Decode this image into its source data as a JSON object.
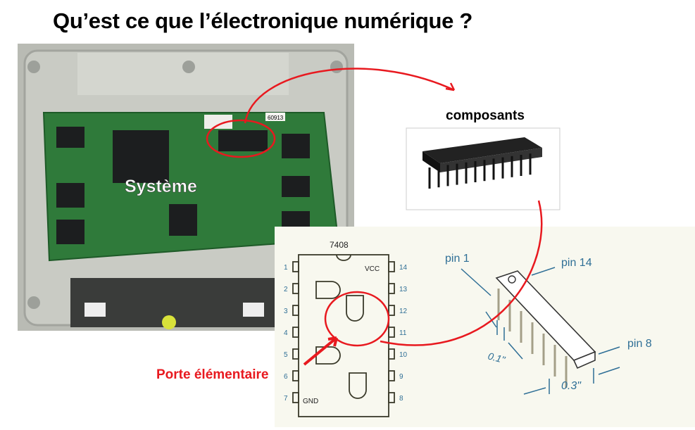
{
  "slide": {
    "title": "Qu’est ce que l’électronique numérique ?",
    "system_label": "Système",
    "components_label": "composants",
    "gate_label": "Porte élémentaire",
    "board_sticker": "60913"
  },
  "chip_diagram": {
    "part_number": "7408",
    "vcc_label": "VCC",
    "gnd_label": "GND",
    "left_pins": [
      "1",
      "2",
      "3",
      "4",
      "5",
      "6",
      "7"
    ],
    "right_pins": [
      "14",
      "13",
      "12",
      "11",
      "10",
      "9",
      "8"
    ]
  },
  "package_diagram": {
    "pin1_label": "pin 1",
    "pin14_label": "pin 14",
    "pin8_label": "pin 8",
    "pitch_label": "0.1\"",
    "width_label": "0.3\""
  },
  "colors": {
    "accent_red": "#e8191f",
    "pin_blue": "#2f6f96",
    "board_green": "#2f7a3a"
  }
}
